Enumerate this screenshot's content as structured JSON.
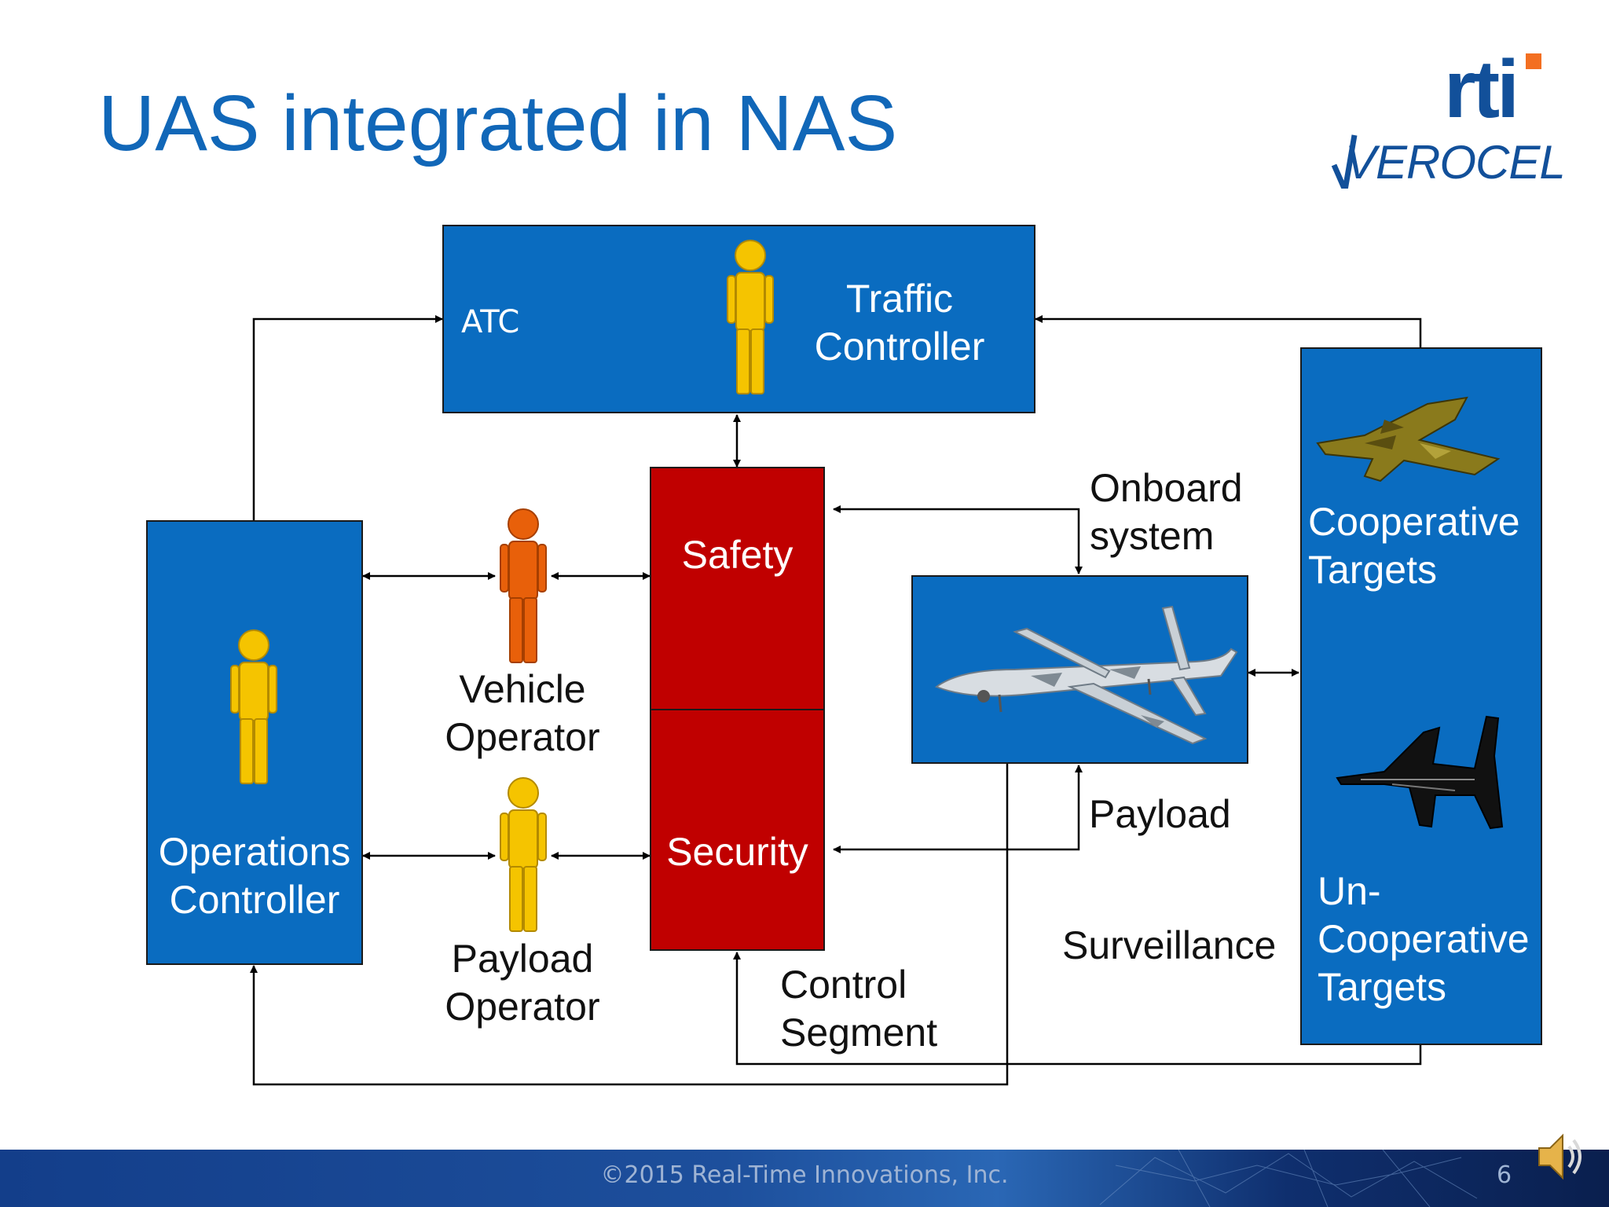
{
  "slide": {
    "title": "UAS integrated in NAS",
    "page_number": "6",
    "footer": "©2015 Real-Time Innovations, Inc."
  },
  "logo": {
    "line1": "rti",
    "line2": "VEROCEL"
  },
  "atc_box": {
    "label": "ATC",
    "role_line1": "Traffic",
    "role_line2": "Controller"
  },
  "operations_box": {
    "line1": "Operations",
    "line2": "Controller"
  },
  "vehicle_operator": {
    "line1": "Vehicle",
    "line2": "Operator"
  },
  "payload_operator": {
    "line1": "Payload",
    "line2": "Operator"
  },
  "control_segment": {
    "top": "Safety",
    "bottom": "Security",
    "caption_line1": "Control",
    "caption_line2": "Segment"
  },
  "onboard": {
    "line1": "Onboard",
    "line2": "system"
  },
  "payload_label": "Payload",
  "surveillance_label": "Surveillance",
  "targets_box": {
    "cooperative_line1": "Cooperative",
    "cooperative_line2": "Targets",
    "uncooperative_line1": "Un-",
    "uncooperative_line2": "Cooperative",
    "uncooperative_line3": "Targets"
  },
  "colors": {
    "title_blue": "#1167b8",
    "box_blue": "#0a6cc0",
    "box_red": "#c00000",
    "person_yellow": "#f5c400",
    "person_orange": "#e8600a"
  },
  "icons": [
    "speaker-icon",
    "person-icon",
    "uav-image",
    "cooperative-jet-image",
    "uncooperative-jet-image"
  ]
}
